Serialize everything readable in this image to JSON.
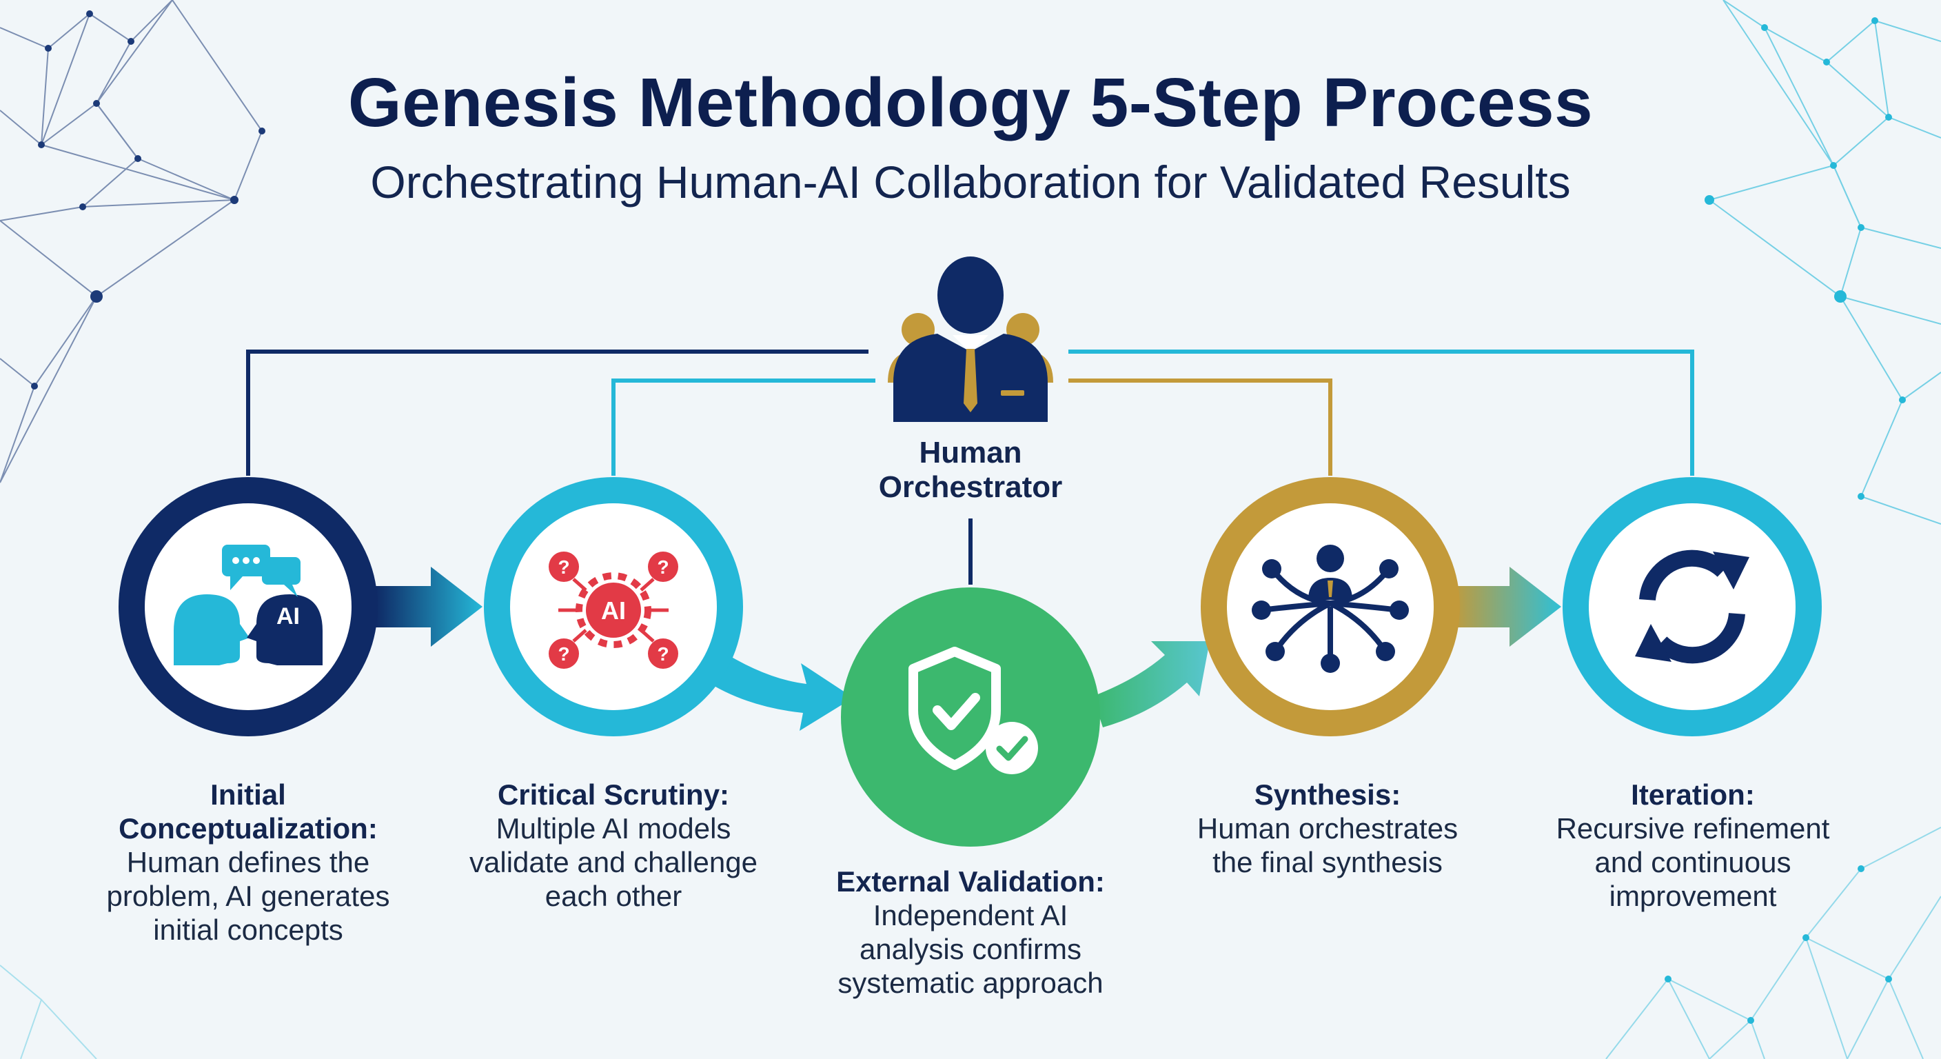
{
  "header": {
    "title": "Genesis Methodology 5-Step Process",
    "subtitle": "Orchestrating Human-AI Collaboration for Validated Results"
  },
  "orchestrator": {
    "label_line1": "Human",
    "label_line2": "Orchestrator",
    "icon": "business-person-icon"
  },
  "steps": [
    {
      "title_line1": "Initial",
      "title_line2": "Conceptualization:",
      "desc": [
        "Human defines the",
        "problem, AI generates",
        "initial concepts"
      ],
      "icon": "human-ai-dialogue-icon",
      "color": "#0f2a66"
    },
    {
      "title_line1": "Critical Scrutiny:",
      "desc": [
        "Multiple AI models",
        "validate and challenge",
        "each other"
      ],
      "icon": "ai-questions-icon",
      "color": "#25b8d8"
    },
    {
      "title_line1": "External Validation:",
      "desc": [
        "Independent AI",
        "analysis confirms",
        "systematic approach"
      ],
      "icon": "shield-check-icon",
      "color": "#3cb86e"
    },
    {
      "title_line1": "Synthesis:",
      "desc": [
        "Human orchestrates",
        "the final synthesis"
      ],
      "icon": "network-hub-icon",
      "color": "#c39a3a"
    },
    {
      "title_line1": "Iteration:",
      "desc": [
        "Recursive refinement",
        "and continuous",
        "improvement"
      ],
      "icon": "refresh-cycle-icon",
      "color": "#25b8d8"
    }
  ],
  "icon_text": {
    "ai_label": "AI",
    "question_mark": "?"
  },
  "colors": {
    "navy": "#0f2a66",
    "cyan": "#25b8d8",
    "green": "#3cb86e",
    "gold": "#c39a3a",
    "background": "#f1f6f9"
  }
}
